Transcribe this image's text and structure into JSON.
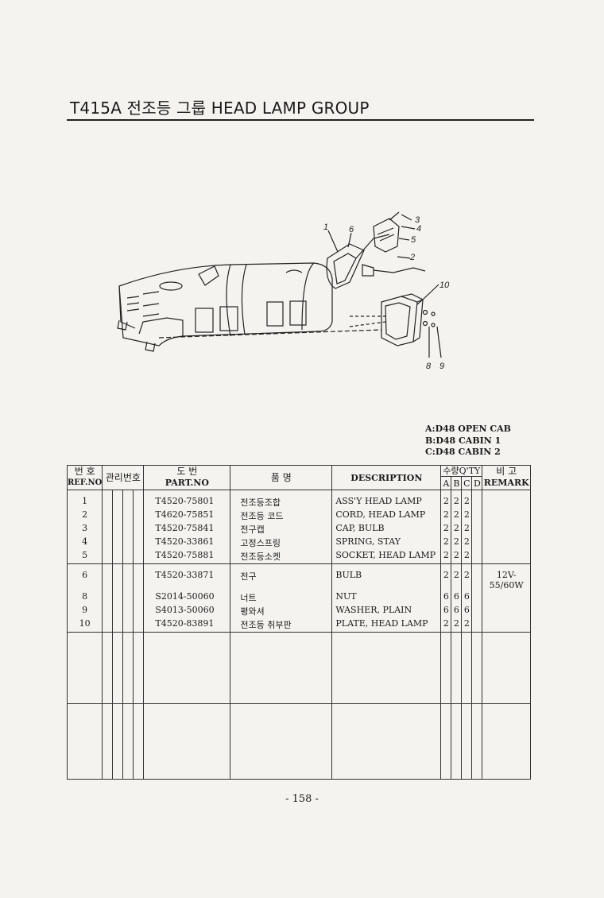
{
  "header": {
    "title": "T415A 전조등 그룹 HEAD LAMP GROUP"
  },
  "diagram": {
    "callouts": [
      "1",
      "6",
      "3",
      "4",
      "5",
      "2",
      "10",
      "8",
      "9"
    ]
  },
  "legend": [
    "A:D48 OPEN CAB",
    "B:D48 CABIN 1",
    "C:D48 CABIN 2"
  ],
  "table": {
    "headers": {
      "ref_kor": "번 호",
      "ref_eng": "REF.NO",
      "mgmt": "관리번호",
      "part_kor": "도 번",
      "part_eng": "PART.NO",
      "name_kor": "품 명",
      "desc": "DESCRIPTION",
      "qty": "수량Q'TY",
      "qa": "A",
      "qb": "B",
      "qc": "C",
      "qd": "D",
      "remark_kor": "비 고",
      "remark_eng": "REMARK"
    },
    "group1": [
      {
        "ref": "1",
        "part": "T4520-75801",
        "kor": "전조등조합",
        "desc": "ASS'Y HEAD LAMP",
        "a": "2",
        "b": "2",
        "c": "2",
        "d": "",
        "remark": ""
      },
      {
        "ref": "2",
        "part": "T4620-75851",
        "kor": "전조등 코드",
        "desc": "CORD, HEAD LAMP",
        "a": "2",
        "b": "2",
        "c": "2",
        "d": "",
        "remark": ""
      },
      {
        "ref": "3",
        "part": "T4520-75841",
        "kor": "전구캡",
        "desc": "CAP, BULB",
        "a": "2",
        "b": "2",
        "c": "2",
        "d": "",
        "remark": ""
      },
      {
        "ref": "4",
        "part": "T4520-33861",
        "kor": "고정스프링",
        "desc": "SPRING, STAY",
        "a": "2",
        "b": "2",
        "c": "2",
        "d": "",
        "remark": ""
      },
      {
        "ref": "5",
        "part": "T4520-75881",
        "kor": "전조등소켓",
        "desc": "SOCKET, HEAD LAMP",
        "a": "2",
        "b": "2",
        "c": "2",
        "d": "",
        "remark": ""
      }
    ],
    "group2": [
      {
        "ref": "6",
        "part": "T4520-33871",
        "kor": "전구",
        "desc": "BULB",
        "a": "2",
        "b": "2",
        "c": "2",
        "d": "",
        "remark": "12V-55/60W"
      },
      {
        "ref": "8",
        "part": "S2014-50060",
        "kor": "너트",
        "desc": "NUT",
        "a": "6",
        "b": "6",
        "c": "6",
        "d": "",
        "remark": ""
      },
      {
        "ref": "9",
        "part": "S4013-50060",
        "kor": "평와셔",
        "desc": "WASHER, PLAIN",
        "a": "6",
        "b": "6",
        "c": "6",
        "d": "",
        "remark": ""
      },
      {
        "ref": "10",
        "part": "T4520-83891",
        "kor": "전조등 취부판",
        "desc": "PLATE, HEAD LAMP",
        "a": "2",
        "b": "2",
        "c": "2",
        "d": "",
        "remark": ""
      }
    ]
  },
  "footer": {
    "page": "- 158 -"
  }
}
